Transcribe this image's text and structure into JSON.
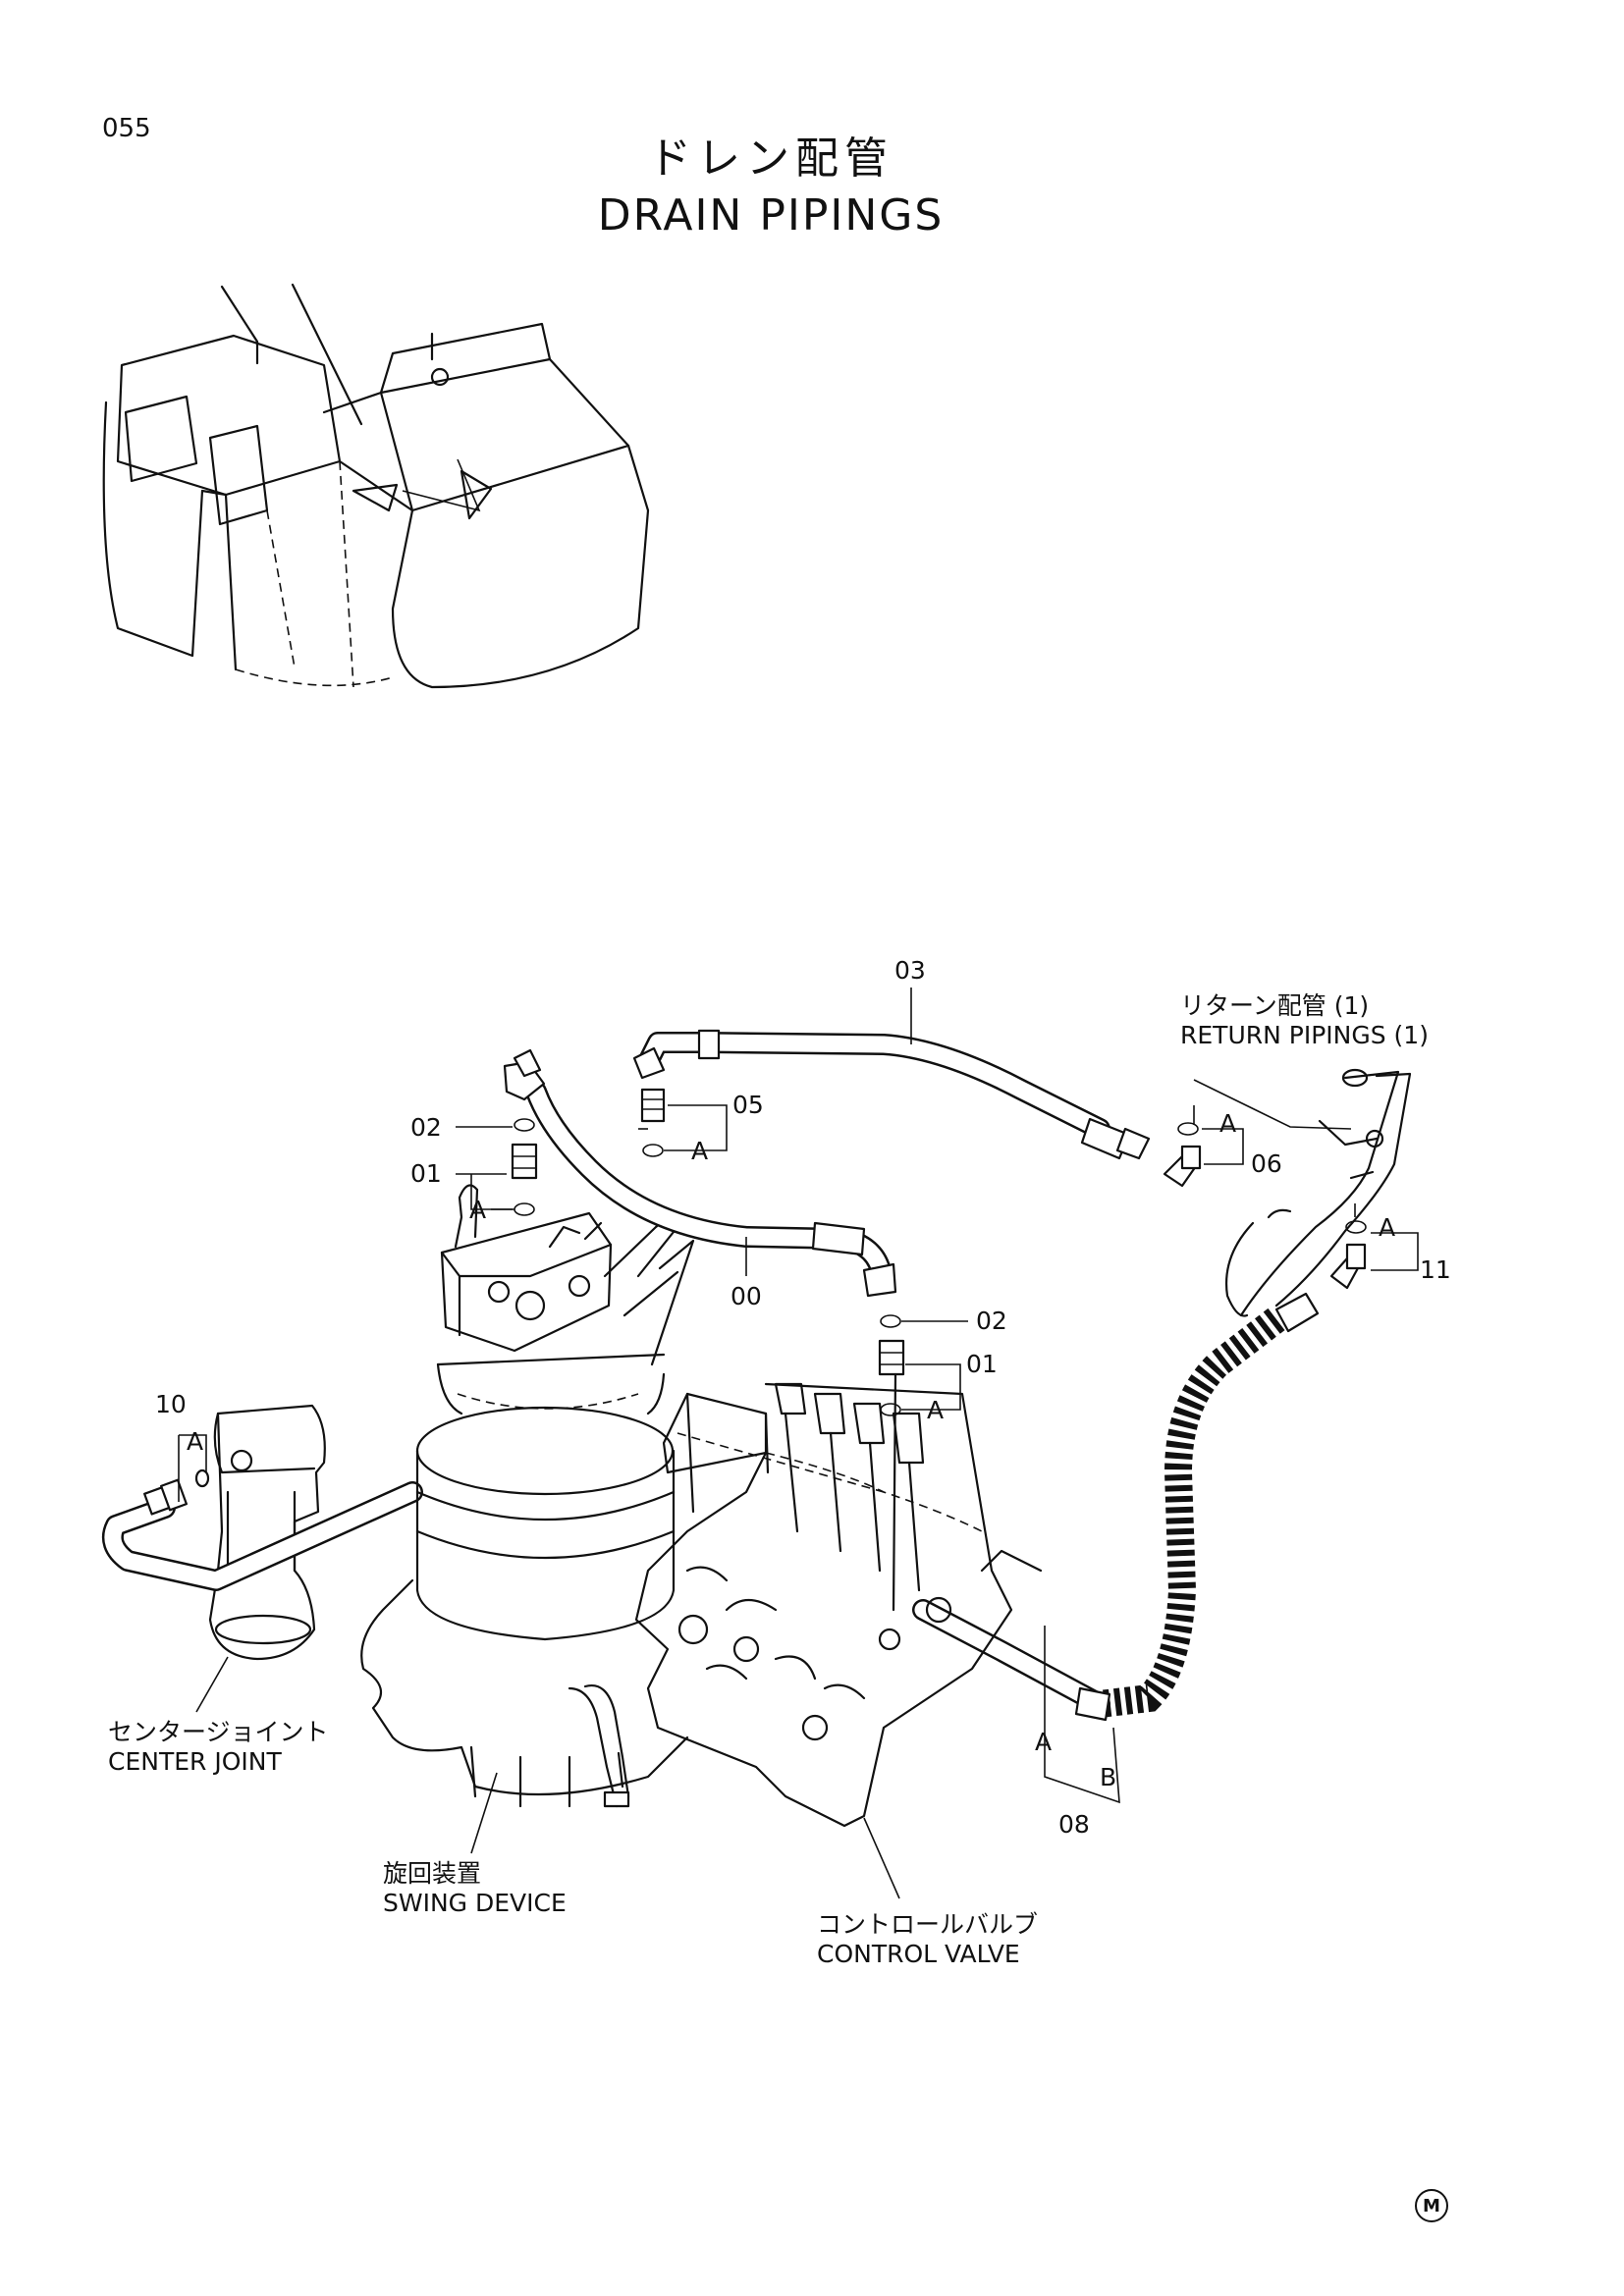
{
  "header": {
    "page_number": "055",
    "title_jp": "ドレン配管",
    "title_en": "DRAIN PIPINGS"
  },
  "parts": {
    "p00": "00",
    "p01_left": "01",
    "p02_left": "02",
    "p01_right": "01",
    "p02_right": "02",
    "p03": "03",
    "p05": "05",
    "p06": "06",
    "p08": "08",
    "p10": "10",
    "p11": "11"
  },
  "refs": {
    "a_top_left": "A",
    "a_05": "A",
    "a_06": "A",
    "a_11": "A",
    "a_right_01": "A",
    "a_10": "A",
    "a_08": "A",
    "b_08": "B"
  },
  "components": {
    "return_pipings_jp": "リターン配管 (1)",
    "return_pipings_en": "RETURN PIPINGS (1)",
    "center_joint_jp": "センタージョイント",
    "center_joint_en": "CENTER JOINT",
    "swing_device_jp": "旋回装置",
    "swing_device_en": "SWING DEVICE",
    "control_valve_jp": "コントロールバルブ",
    "control_valve_en": "CONTROL VALVE"
  },
  "footer": {
    "mark": "M"
  }
}
